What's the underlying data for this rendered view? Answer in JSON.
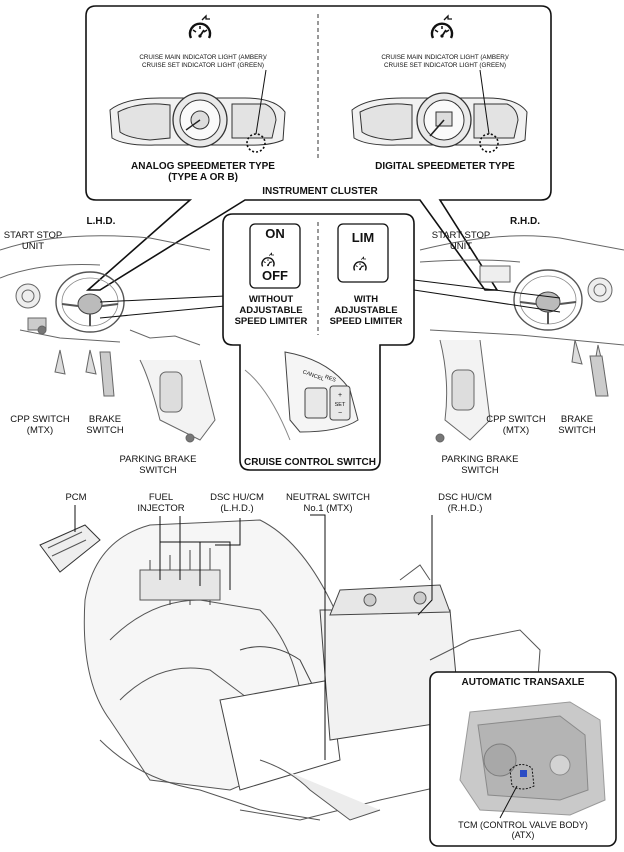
{
  "cluster": {
    "title": "INSTRUMENT CLUSTER",
    "analog": {
      "note_line1": "CRUISE MAIN INDICATOR LIGHT (AMBER)/",
      "note_line2": "CRUISE SET INDICATOR LIGHT (GREEN)",
      "type_line1": "ANALOG SPEEDMETER TYPE",
      "type_line2": "(TYPE A OR B)"
    },
    "digital": {
      "note_line1": "CRUISE MAIN INDICATOR LIGHT (AMBER)/",
      "note_line2": "CRUISE SET INDICATOR LIGHT (GREEN)",
      "type_line1": "DIGITAL SPEEDMETER TYPE"
    }
  },
  "left_dash": {
    "side": "L.H.D.",
    "start_stop_line1": "START STOP",
    "start_stop_line2": "UNIT",
    "cpp_line1": "CPP SWITCH",
    "cpp_line2": "(MTX)",
    "brake_line1": "BRAKE",
    "brake_line2": "SWITCH",
    "parking_line1": "PARKING BRAKE",
    "parking_line2": "SWITCH"
  },
  "right_dash": {
    "side": "R.H.D.",
    "start_stop_line1": "START STOP",
    "start_stop_line2": "UNIT",
    "cpp_line1": "CPP SWITCH",
    "cpp_line2": "(MTX)",
    "brake_line1": "BRAKE",
    "brake_line2": "SWITCH",
    "parking_line1": "PARKING BRAKE",
    "parking_line2": "SWITCH"
  },
  "cruise_switch": {
    "title": "CRUISE CONTROL SWITCH",
    "on_label": "ON",
    "off_label": "OFF",
    "lim_label": "LIM",
    "without_line1": "WITHOUT",
    "without_line2": "ADJUSTABLE",
    "without_line3": "SPEED LIMITER",
    "with_line1": "WITH",
    "with_line2": "ADJUSTABLE",
    "with_line3": "SPEED LIMITER",
    "cancel_text": "CANCEL",
    "res_text": "RES",
    "plus_text": "+",
    "set_text": "SET",
    "minus_text": "−"
  },
  "engine": {
    "pcm": "PCM",
    "fuel_line1": "FUEL",
    "fuel_line2": "INJECTOR",
    "dsc_lhd_line1": "DSC HU/CM",
    "dsc_lhd_line2": "(L.H.D.)",
    "neutral_line1": "NEUTRAL SWITCH",
    "neutral_line2": "No.1 (MTX)",
    "dsc_rhd_line1": "DSC HU/CM",
    "dsc_rhd_line2": "(R.H.D.)"
  },
  "transaxle": {
    "title": "AUTOMATIC TRANSAXLE",
    "tcm_line1": "TCM (CONTROL VALVE BODY)",
    "tcm_line2": "(ATX)"
  },
  "icons": [
    "cruise-speedometer-icon",
    "steering-wheel-icon",
    "transaxle-photo",
    "engine-drawing"
  ]
}
